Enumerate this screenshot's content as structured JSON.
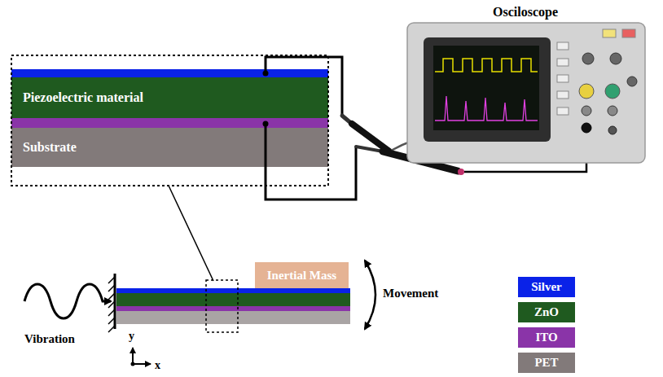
{
  "diagram": {
    "nodes": [
      {
        "text": [
          "Piezoelectric material"
        ]
      },
      {
        "text": [
          "Substrate"
        ]
      },
      {
        "text": [
          "Inertial Mass"
        ]
      },
      {
        "text": [
          "Osciloscope"
        ]
      }
    ],
    "labels": [
      "Movement",
      "Vibration",
      "y",
      "x"
    ],
    "legend": [
      {
        "text": "Silver",
        "color": "#0a22e8"
      },
      {
        "text": "ZnO",
        "color": "#1f5a1f"
      },
      {
        "text": "ITO",
        "color": "#8a34a8"
      },
      {
        "text": "PET",
        "color": "#827a7a"
      }
    ]
  }
}
